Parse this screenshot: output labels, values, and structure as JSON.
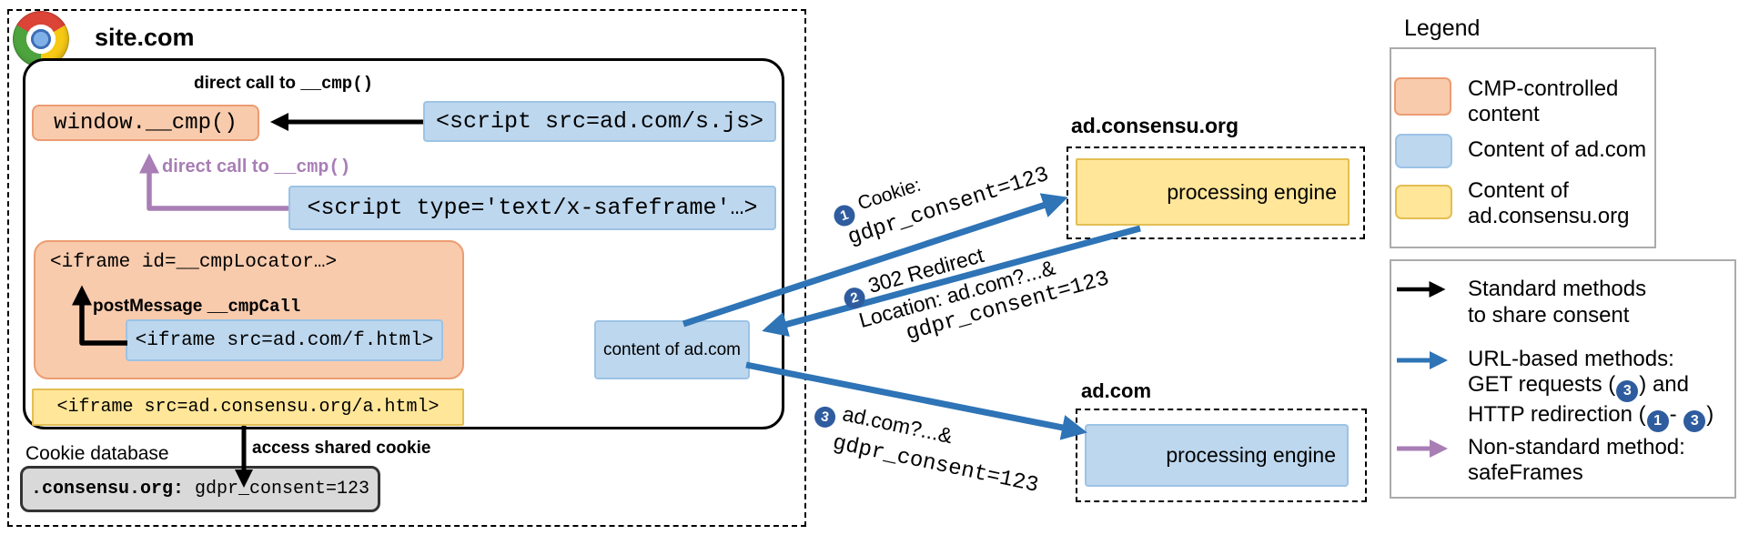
{
  "page": {
    "domain_label": "site.com",
    "cookie_db_label": "Cookie database"
  },
  "labels": {
    "direct_call_prefix": "direct call to ",
    "direct_call_code": "__cmp()",
    "postmessage_prefix": "postMessage  ",
    "postmessage_code": "__cmpCall",
    "access_cookie": "access shared cookie"
  },
  "boxes": {
    "window_cmp": "window.__cmp()",
    "script_sjs": "<script src=ad.com/s.js>",
    "script_safeframe": "<script type='text/x-safeframe'…>",
    "iframe_locator": "<iframe id=__cmpLocator…>",
    "iframe_fhtml": "<iframe src=ad.com/f.html>",
    "iframe_ahtml": "<iframe src=ad.consensu.org/a.html>",
    "cookie_domain": ".consensu.org:",
    "cookie_value": " gdpr_consent=123",
    "content_adcom": "content of ad.com"
  },
  "servers": {
    "consensu": {
      "title": "ad.consensu.org",
      "engine": "processing engine"
    },
    "adcom": {
      "title": "ad.com",
      "engine": "processing engine"
    }
  },
  "flows": {
    "f1": {
      "num": "1",
      "line1": "Cookie:",
      "line2": "gdpr_consent=123"
    },
    "f2": {
      "num": "2",
      "line1": "302 Redirect",
      "line2": "Location: ad.com?...&",
      "line3": "gdpr_consent=123"
    },
    "f3": {
      "num": "3",
      "line1": "ad.com?...&",
      "line2": "gdpr_consent=123"
    }
  },
  "legend": {
    "title": "Legend",
    "swatches": [
      {
        "label1": "CMP-controlled",
        "label2": "content"
      },
      {
        "label1": "Content of ad.com",
        "label2": ""
      },
      {
        "label1": "Content of",
        "label2": "ad.consensu.org"
      }
    ],
    "methods": {
      "standard1": "Standard methods",
      "standard2": "to share consent",
      "url1": "URL-based methods:",
      "url2_pre": "GET requests (",
      "url2_num": "3",
      "url2_post": ") and",
      "url3_pre": "HTTP redirection (",
      "url3_num1": "1",
      "url3_dash": "- ",
      "url3_num2": "3",
      "url3_post": ")",
      "non1": "Non-standard method:",
      "non2": "safeFrames"
    }
  },
  "colors": {
    "cmp_orange_fill": "#F8CBAD",
    "cmp_orange_border": "#EC9C72",
    "adcom_blue_fill": "#BDD7EE",
    "adcom_blue_border": "#9CC3E5",
    "consensu_yellow_fill": "#FFE699",
    "consensu_yellow_border": "#E3BE53",
    "cookie_gray_fill": "#D9D9D9",
    "arrow_blue": "#2E74B6",
    "arrow_purple": "#A87EB5",
    "arrow_black": "#000000",
    "number_badge_blue": "#2E5C9E"
  }
}
